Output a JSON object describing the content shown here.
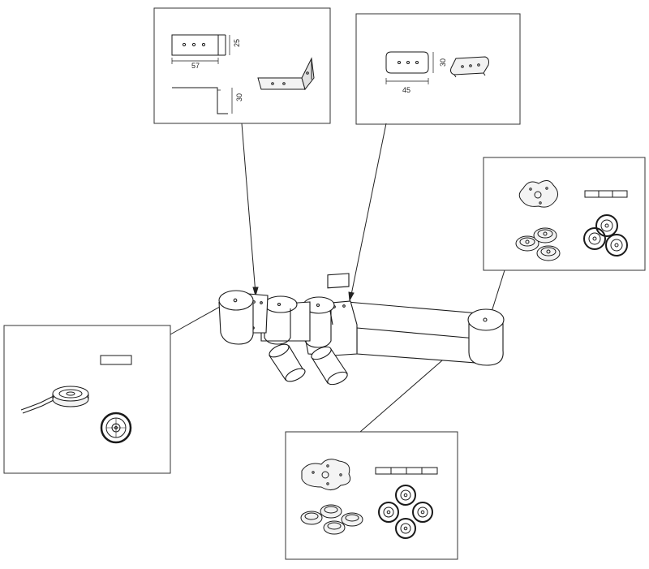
{
  "bracket_detail": {
    "width_label": "57",
    "height_label": "25",
    "depth_label": "30"
  },
  "plate_detail": {
    "width_label": "45",
    "height_label": "30"
  },
  "colors": {
    "stroke": "#1a1a1a",
    "frame": "#333333",
    "fill": "#ffffff",
    "shade": "#e6e6e6"
  }
}
